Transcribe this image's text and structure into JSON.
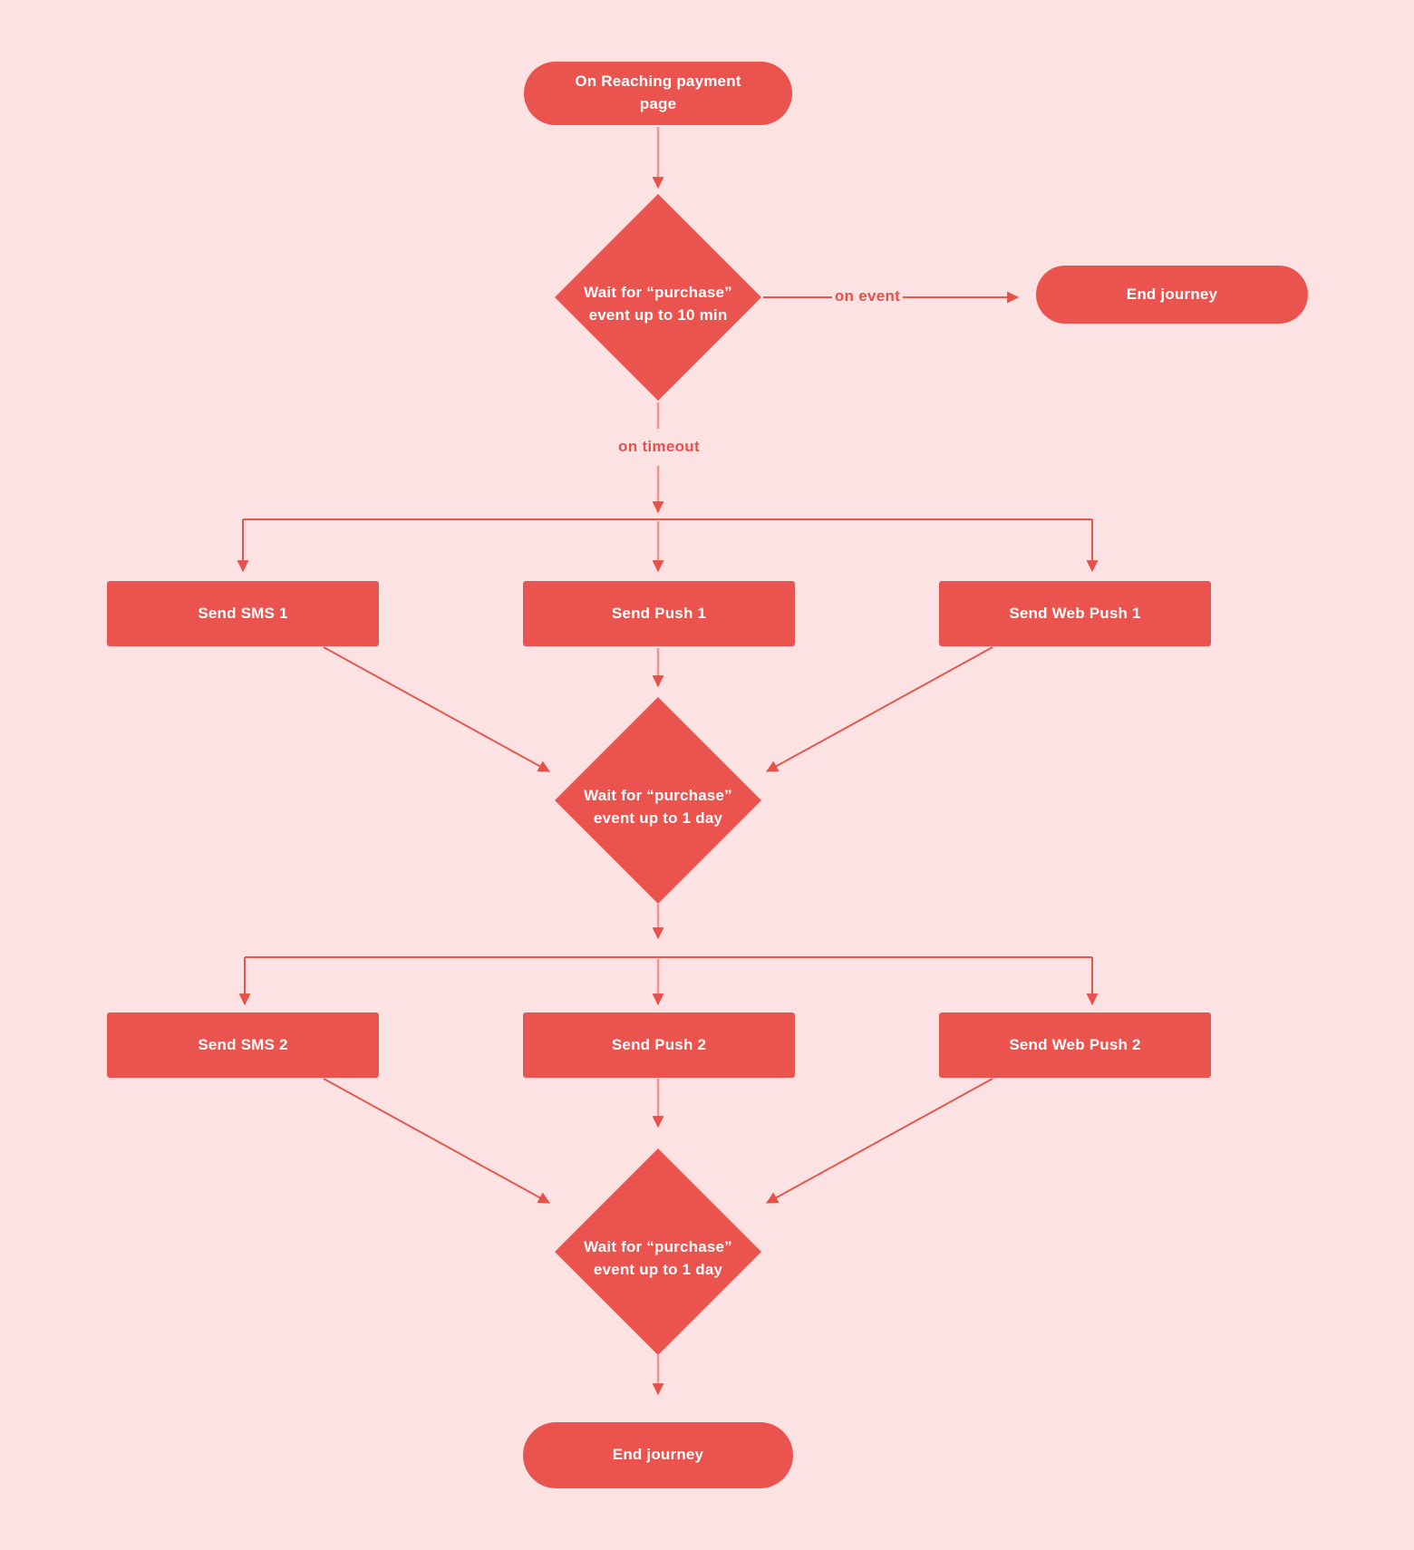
{
  "diagram": {
    "colors": {
      "background": "#fde2e4",
      "node_fill": "#eb534e",
      "node_text": "#ffffff",
      "line_strong": "#e4574f",
      "line_light": "#f2948f",
      "arrow": "#e8504a",
      "edge_label_text": "#e8504a"
    },
    "nodes": {
      "start": {
        "label": "On Reaching payment page"
      },
      "wait1": {
        "line1": "Wait for “purchase”",
        "line2": "event up to 10 min"
      },
      "end1": {
        "label": "End journey"
      },
      "sms1": {
        "label": "Send SMS 1"
      },
      "push1": {
        "label": "Send Push 1"
      },
      "webpush1": {
        "label": "Send Web Push 1"
      },
      "wait2": {
        "line1": "Wait for “purchase”",
        "line2": "event up to 1 day"
      },
      "sms2": {
        "label": "Send SMS 2"
      },
      "push2": {
        "label": "Send Push 2"
      },
      "webpush2": {
        "label": "Send Web Push 2"
      },
      "wait3": {
        "line1": "Wait for “purchase”",
        "line2": "event up to 1 day"
      },
      "end2": {
        "label": "End journey"
      }
    },
    "edge_labels": {
      "on_event": "on event",
      "on_timeout": "on timeout"
    }
  }
}
